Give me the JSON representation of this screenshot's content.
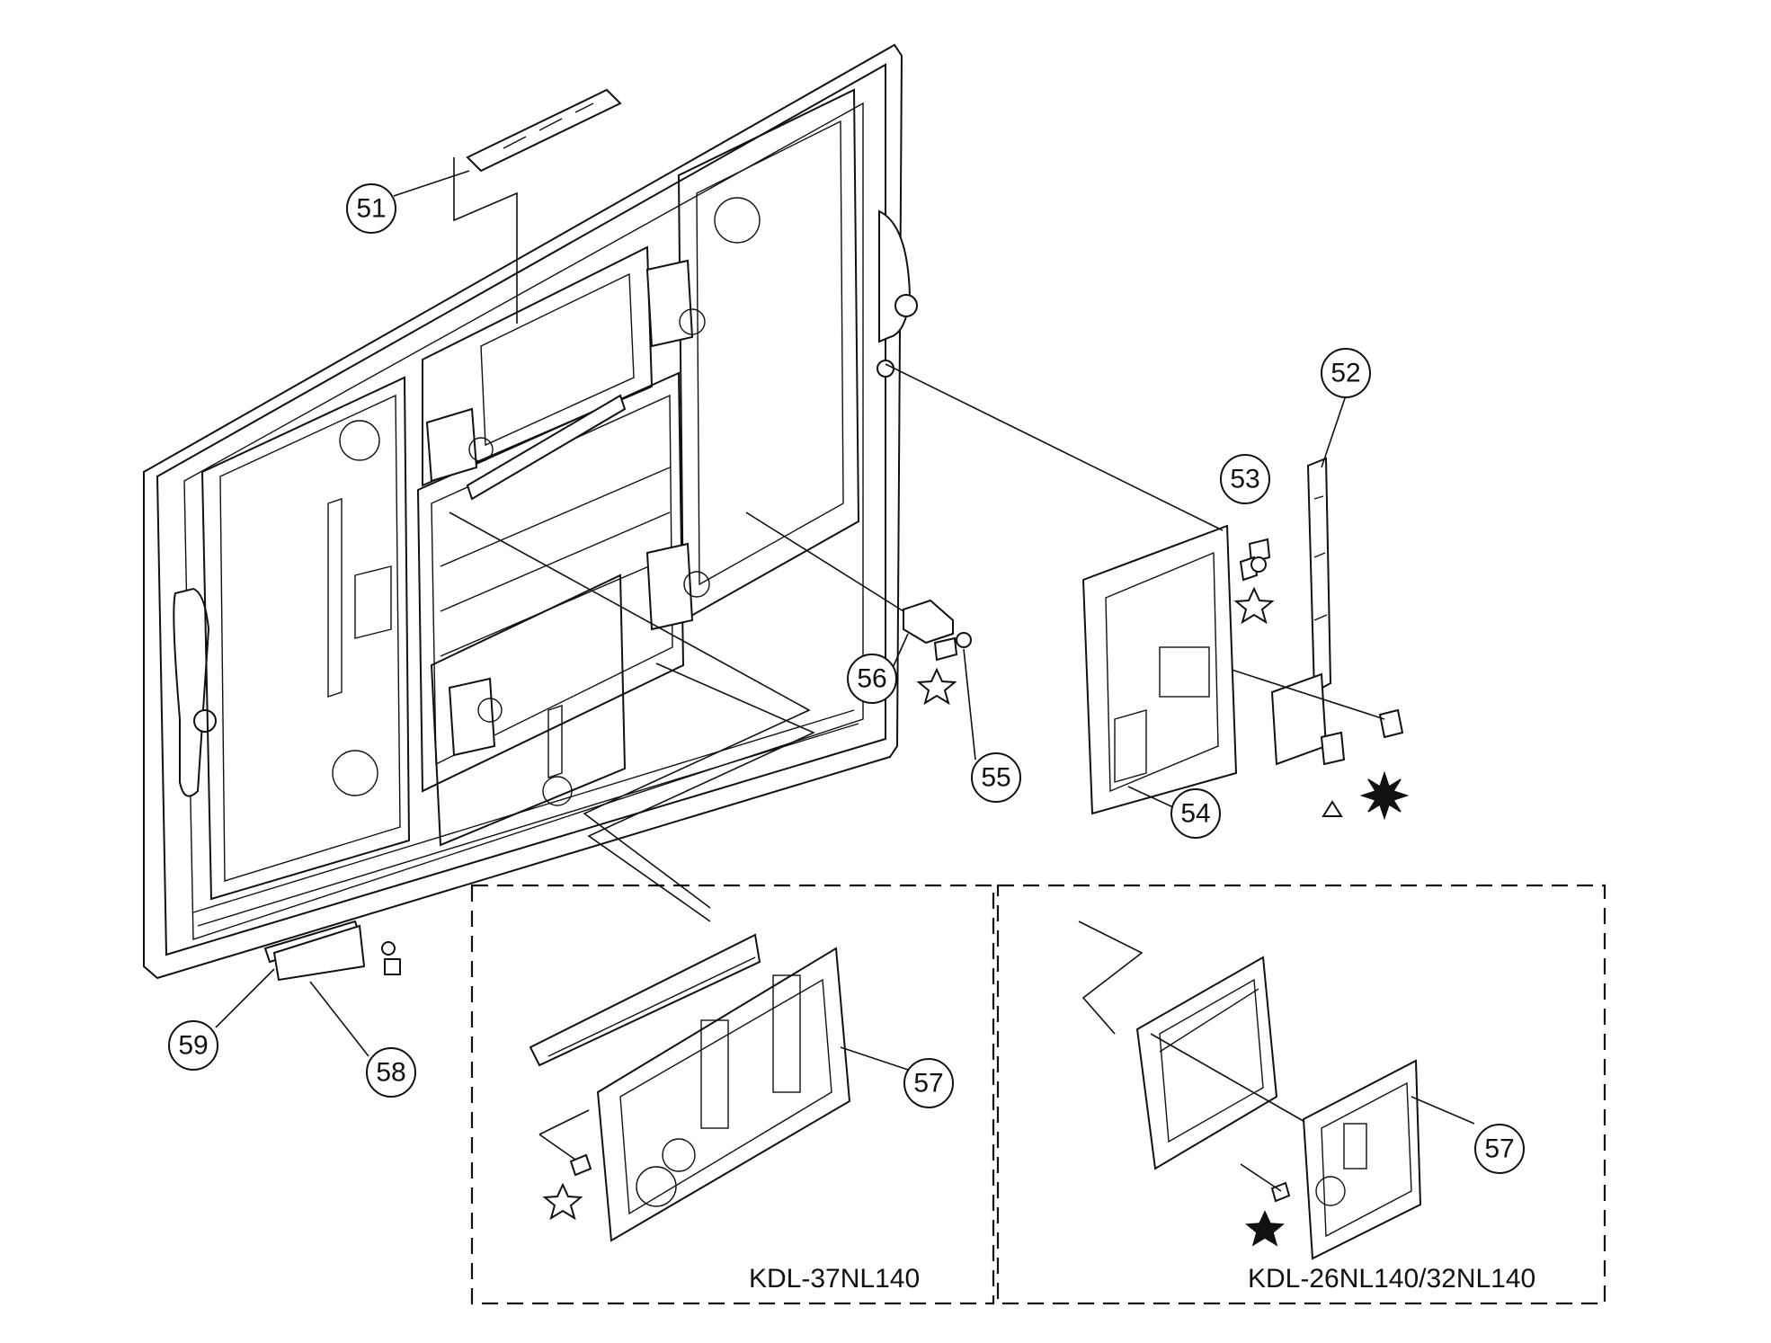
{
  "callouts": {
    "c51": "51",
    "c52": "52",
    "c53": "53",
    "c54": "54",
    "c55": "55",
    "c56": "56",
    "c57a": "57",
    "c57b": "57",
    "c58": "58",
    "c59": "59"
  },
  "models": {
    "left": "KDL-37NL140",
    "right": "KDL-26NL140/32NL140"
  },
  "symbols": {
    "open_star": "open-star-icon",
    "filled_star": "filled-star-icon",
    "triangle": "triangle-icon",
    "asterisk": "burst-icon",
    "square": "square-icon"
  }
}
